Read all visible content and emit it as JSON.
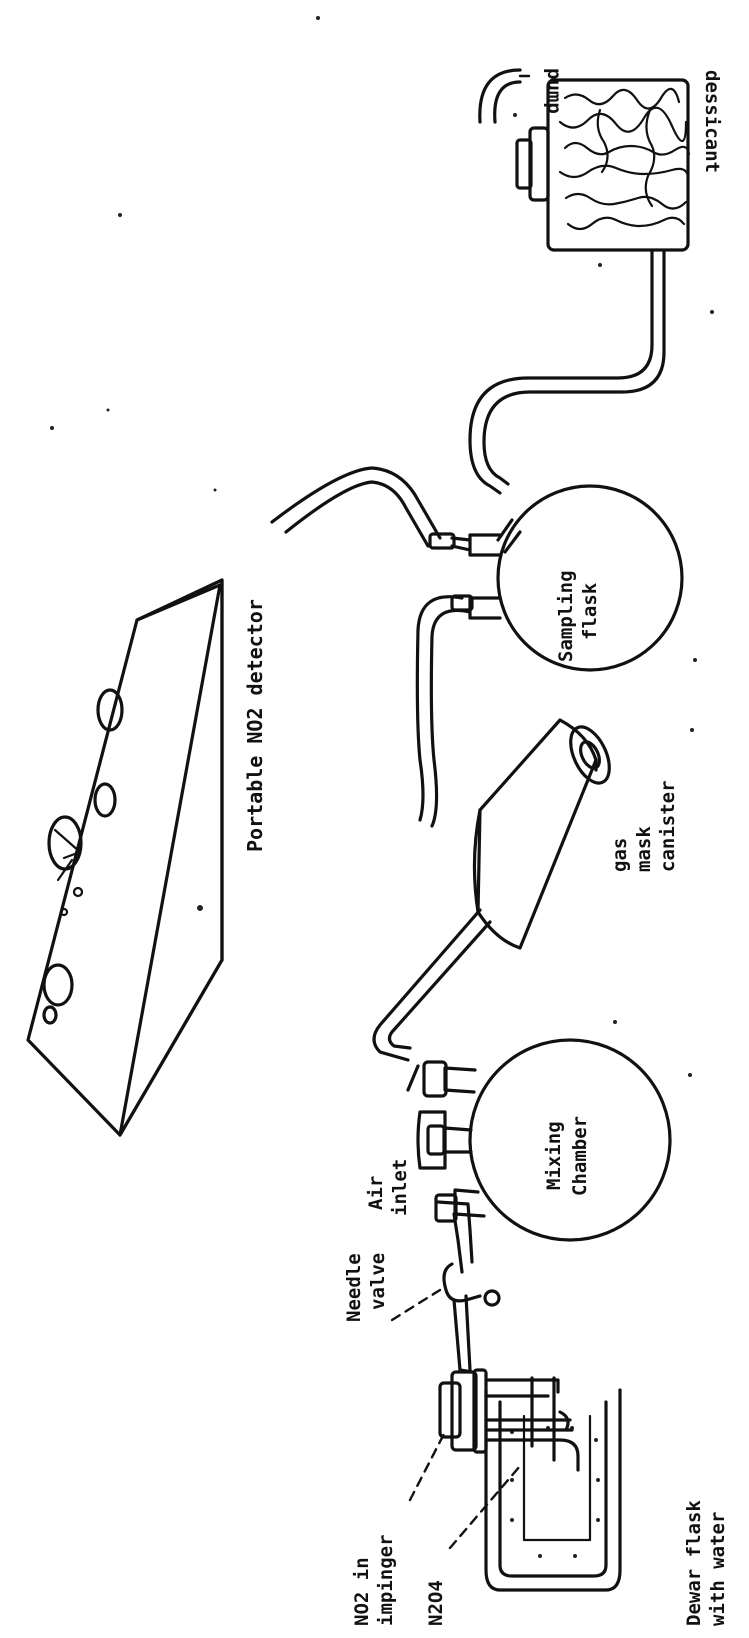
{
  "labels": {
    "pump": "pump",
    "dessicant": "dessicant",
    "detector": "Portable NO2 detector",
    "sampling_flask_1": "Sampling",
    "sampling_flask_2": "flask",
    "gas_mask_1": "gas",
    "gas_mask_2": "mask",
    "gas_mask_3": "canister",
    "mixing_1": "Mixing",
    "mixing_2": "Chamber",
    "air_inlet_1": "Air",
    "air_inlet_2": "inlet",
    "needle_valve_1": "Needle",
    "needle_valve_2": "valve",
    "impinger_1": "NO2 in",
    "impinger_2": "impinger",
    "n2o4": "N2O4",
    "dewar_1": "Dewar flask",
    "dewar_2": "with water"
  }
}
